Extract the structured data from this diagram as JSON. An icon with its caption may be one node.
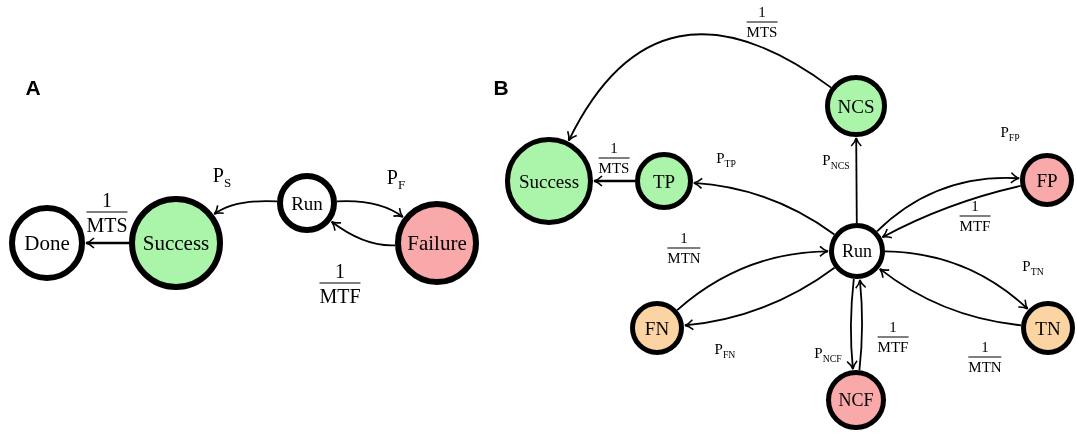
{
  "diagram": {
    "nodes": [
      {
        "text": [
          "Done"
        ]
      },
      {
        "text": [
          "Success"
        ]
      },
      {
        "text": [
          "Run"
        ]
      },
      {
        "text": [
          "Failure"
        ]
      },
      {
        "text": [
          "Success"
        ]
      },
      {
        "text": [
          "TP"
        ]
      },
      {
        "text": [
          "NCS"
        ]
      },
      {
        "text": [
          "FP"
        ]
      },
      {
        "text": [
          "Run"
        ]
      },
      {
        "text": [
          "FN"
        ]
      },
      {
        "text": [
          "TN"
        ]
      },
      {
        "text": [
          "NCF"
        ]
      }
    ],
    "edges": [
      {
        "from": 1,
        "to": 0,
        "arrow": "to",
        "label": "1 MTS"
      },
      {
        "from": 2,
        "to": 1,
        "arrow": "to",
        "label": "P$_{S}$"
      },
      {
        "from": 2,
        "to": 3,
        "arrow": "to",
        "label": "P$_{F}$"
      },
      {
        "from": 3,
        "to": 2,
        "arrow": "to",
        "label": "1 MTF"
      },
      {
        "from": 6,
        "to": 4,
        "arrow": "to",
        "label": "1 MTS"
      },
      {
        "from": 5,
        "to": 4,
        "arrow": "to",
        "label": "1 MTS"
      },
      {
        "from": 8,
        "to": 5,
        "arrow": "to",
        "label": "P$_{TP}$"
      },
      {
        "from": 8,
        "to": 6,
        "arrow": "to",
        "label": "P$_{NCS}$"
      },
      {
        "from": 8,
        "to": 7,
        "arrow": "to",
        "label": "P$_{FP}$"
      },
      {
        "from": 7,
        "to": 8,
        "arrow": "to",
        "label": "1 MTF"
      },
      {
        "from": 9,
        "to": 8,
        "arrow": "to",
        "label": "1 MTN"
      },
      {
        "from": 8,
        "to": 9,
        "arrow": "to",
        "label": "P$_{FN}$"
      },
      {
        "from": 8,
        "to": 10,
        "arrow": "to",
        "label": "P$_{TN}$"
      },
      {
        "from": 10,
        "to": 8,
        "arrow": "to",
        "label": "1 MTN"
      },
      {
        "from": 8,
        "to": 11,
        "arrow": "to",
        "label": "P$_{NCF}$"
      },
      {
        "from": 11,
        "to": 8,
        "arrow": "to",
        "label": "1 MTF"
      }
    ],
    "labels": [
      "A",
      "B"
    ]
  }
}
